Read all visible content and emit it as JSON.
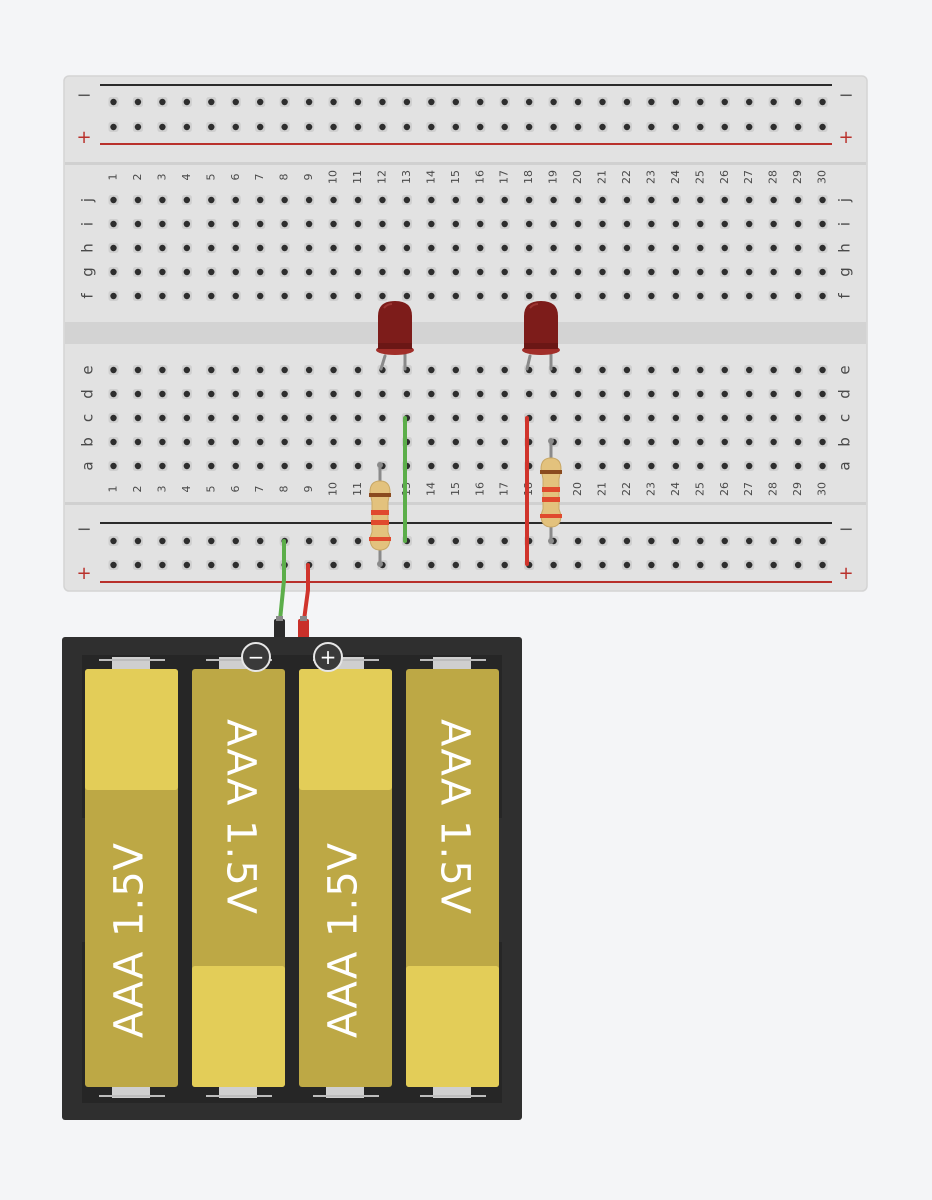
{
  "breadboard": {
    "columns": [
      "1",
      "2",
      "3",
      "4",
      "5",
      "6",
      "7",
      "8",
      "9",
      "10",
      "11",
      "12",
      "13",
      "14",
      "15",
      "16",
      "17",
      "18",
      "19",
      "20",
      "21",
      "22",
      "23",
      "24",
      "25",
      "26",
      "27",
      "28",
      "29",
      "30"
    ],
    "rows_top": [
      "j",
      "i",
      "h",
      "g",
      "f"
    ],
    "rows_bottom": [
      "e",
      "d",
      "c",
      "b",
      "a"
    ],
    "rail_minus": "−",
    "rail_plus": "+"
  },
  "battery": {
    "cells": [
      {
        "label": "AAA 1.5V"
      },
      {
        "label": "AAA 1.5V"
      },
      {
        "label": "AAA 1.5V"
      },
      {
        "label": "AAA 1.5V"
      }
    ],
    "minus_symbol": "−",
    "plus_symbol": "+"
  },
  "colors": {
    "board": "#e2e2e2",
    "rail_red": "#b9312c",
    "rail_black": "#2b2b2b",
    "led": "#7d1c1a",
    "wire_green": "#5cae4a",
    "wire_red": "#d0342c",
    "holder": "#2f2f2f",
    "cell_body": "#bda845",
    "cell_cap": "#e3cd58"
  }
}
